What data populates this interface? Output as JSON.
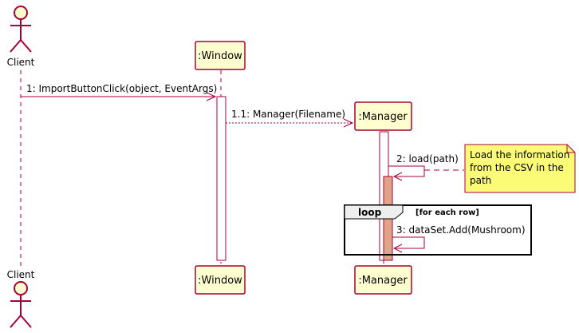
{
  "participants": {
    "client": {
      "label": "Client"
    },
    "window": {
      "label": ":Window"
    },
    "manager": {
      "label": ":Manager"
    }
  },
  "messages": [
    {
      "label": "1: ImportButtonClick(object, EventArgs)"
    },
    {
      "label": "1.1: Manager(Filename)"
    },
    {
      "label": "2: load(path)"
    },
    {
      "label": "3: dataSet.Add(Mushroom)"
    }
  ],
  "note": {
    "lines": [
      "Load the information",
      "from the CSV in the",
      "path"
    ]
  },
  "loop": {
    "keyword": "loop",
    "condition": "[for each row]"
  },
  "colors": {
    "participant_fill": "#fefece",
    "participant_border": "#a80036",
    "activation_fill": "#ffffff",
    "activation_inner_fill": "#e2a488",
    "note_fill": "#fbfb77",
    "line": "#a80036"
  }
}
